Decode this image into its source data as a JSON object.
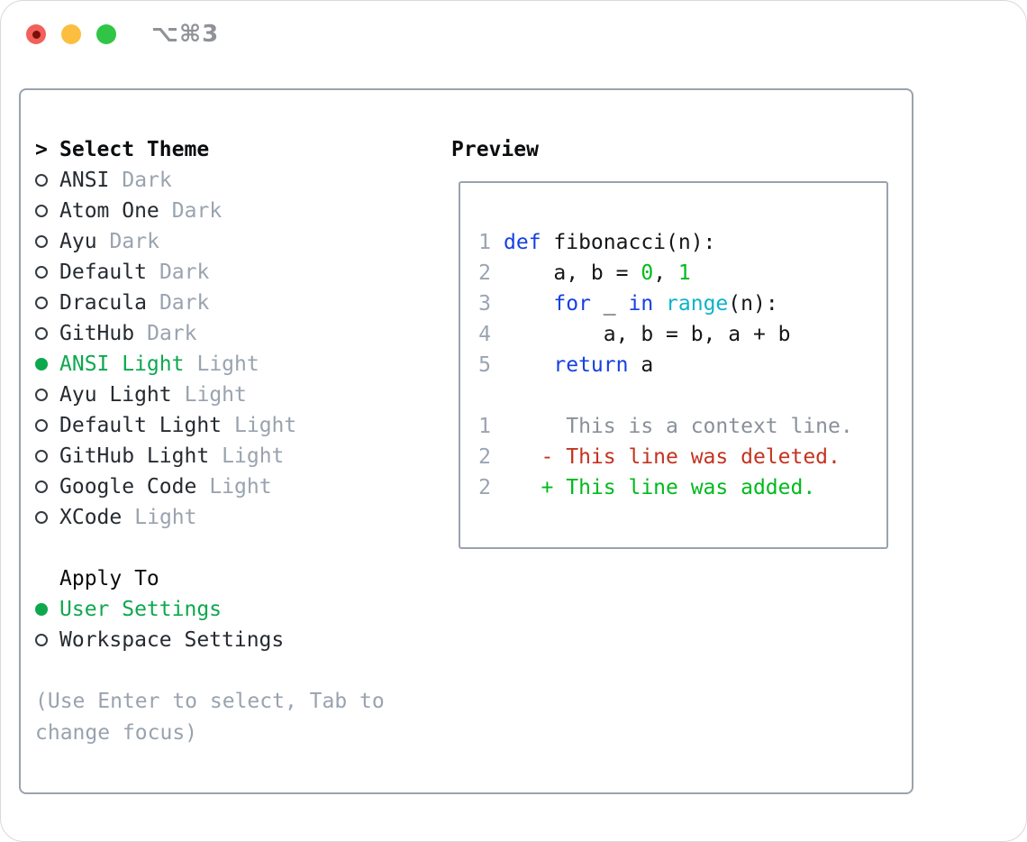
{
  "window": {
    "title": "⌥⌘3"
  },
  "colors": {
    "keyword": "#1640e0",
    "builtin": "#0cb3c9",
    "number": "#00ba1d",
    "code_text": "#14171a",
    "context": "#8a9099",
    "deleted": "#c43320",
    "added": "#00ba1d",
    "selected": "#0da84e",
    "muted": "#99a3af",
    "linenum": "#9aa4b2",
    "text": "#262b31",
    "heading": "#0a0c0e",
    "border": "#9aa2ae",
    "traffic_red": "#f2605a",
    "traffic_yellow": "#fbbe3f",
    "traffic_green": "#31c546",
    "title_gray": "#8f9296"
  },
  "left": {
    "prompt": ">",
    "title": "Select Theme",
    "themes": [
      {
        "name": "ANSI",
        "badge": "Dark",
        "selected": false
      },
      {
        "name": "Atom One",
        "badge": "Dark",
        "selected": false
      },
      {
        "name": "Ayu",
        "badge": "Dark",
        "selected": false
      },
      {
        "name": "Default",
        "badge": "Dark",
        "selected": false
      },
      {
        "name": "Dracula",
        "badge": "Dark",
        "selected": false
      },
      {
        "name": "GitHub",
        "badge": "Dark",
        "selected": false
      },
      {
        "name": "ANSI Light",
        "badge": "Light",
        "selected": true
      },
      {
        "name": "Ayu Light",
        "badge": "Light",
        "selected": false
      },
      {
        "name": "Default Light",
        "badge": "Light",
        "selected": false
      },
      {
        "name": "GitHub Light",
        "badge": "Light",
        "selected": false
      },
      {
        "name": "Google Code",
        "badge": "Light",
        "selected": false
      },
      {
        "name": "XCode",
        "badge": "Light",
        "selected": false
      }
    ],
    "apply_to": {
      "label": "Apply To",
      "options": [
        {
          "name": "User Settings",
          "selected": true
        },
        {
          "name": "Workspace Settings",
          "selected": false
        }
      ]
    },
    "hint": [
      "(Use Enter to select, Tab to",
      "change focus)"
    ]
  },
  "preview": {
    "label": "Preview",
    "lines": [
      {
        "kind": "code",
        "num": "1",
        "tokens": [
          {
            "t": "def ",
            "c": "kw"
          },
          {
            "t": "fibonacci(n):",
            "c": "code"
          }
        ]
      },
      {
        "kind": "code",
        "num": "2",
        "tokens": [
          {
            "t": "    a, b = ",
            "c": "code"
          },
          {
            "t": "0",
            "c": "num"
          },
          {
            "t": ", ",
            "c": "code"
          },
          {
            "t": "1",
            "c": "num"
          }
        ]
      },
      {
        "kind": "code",
        "num": "3",
        "tokens": [
          {
            "t": "    ",
            "c": "code"
          },
          {
            "t": "for",
            "c": "kw"
          },
          {
            "t": " _ ",
            "c": "code"
          },
          {
            "t": "in",
            "c": "kw"
          },
          {
            "t": " ",
            "c": "code"
          },
          {
            "t": "range",
            "c": "fn"
          },
          {
            "t": "(n):",
            "c": "code"
          }
        ]
      },
      {
        "kind": "code",
        "num": "4",
        "tokens": [
          {
            "t": "        a, b = b, a + b",
            "c": "code"
          }
        ]
      },
      {
        "kind": "code",
        "num": "5",
        "tokens": [
          {
            "t": "    ",
            "c": "code"
          },
          {
            "t": "return",
            "c": "kw"
          },
          {
            "t": " a",
            "c": "code"
          }
        ]
      },
      {
        "kind": "blank",
        "num": "",
        "tokens": []
      },
      {
        "kind": "context",
        "num": "1",
        "tokens": [
          {
            "t": "     This is a context line.",
            "c": "ctx"
          }
        ]
      },
      {
        "kind": "deleted",
        "num": "2",
        "tokens": [
          {
            "t": "   - This line was deleted.",
            "c": "del"
          }
        ]
      },
      {
        "kind": "added",
        "num": "2",
        "tokens": [
          {
            "t": "   + This line was added.",
            "c": "add"
          }
        ]
      }
    ]
  }
}
